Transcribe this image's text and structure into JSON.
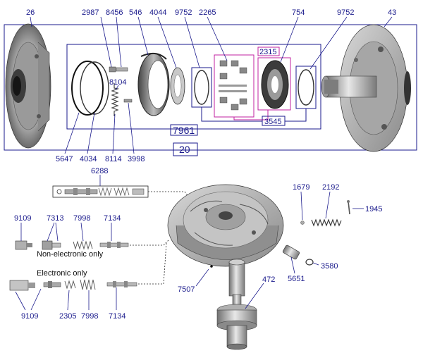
{
  "colors": {
    "label": "#1a1a8c",
    "frame": "#1a1a8c",
    "callout_magenta": "#c020a0",
    "metal_light": "#d9d9d9",
    "metal_mid": "#a8a8a8",
    "metal_dark": "#555555"
  },
  "top_assembly": {
    "frame_label": "20",
    "inner_frame_label": "7961",
    "labels": {
      "p26": "26",
      "p2987": "2987",
      "p8456": "8456",
      "p546": "546",
      "p4044": "4044",
      "p9752a": "9752",
      "p2265": "2265",
      "p2315": "2315",
      "p754": "754",
      "p9752b": "9752",
      "p43": "43",
      "p8104": "8104",
      "p3545": "3545",
      "p5647": "5647",
      "p4034": "4034",
      "p8114": "8114",
      "p3998": "3998"
    }
  },
  "bottom_assembly": {
    "labels": {
      "p6288": "6288",
      "p9109a": "9109",
      "p7313": "7313",
      "p7998a": "7998",
      "p7134a": "7134",
      "p1679": "1679",
      "p2192": "2192",
      "p1945": "1945",
      "p3580": "3580",
      "p5651": "5651",
      "p7507": "7507",
      "p472": "472",
      "p9109b": "9109",
      "p2305": "2305",
      "p7998b": "7998",
      "p7134b": "7134"
    },
    "notes": {
      "non_electronic": "Non-electronic only",
      "electronic": "Electronic only"
    }
  }
}
